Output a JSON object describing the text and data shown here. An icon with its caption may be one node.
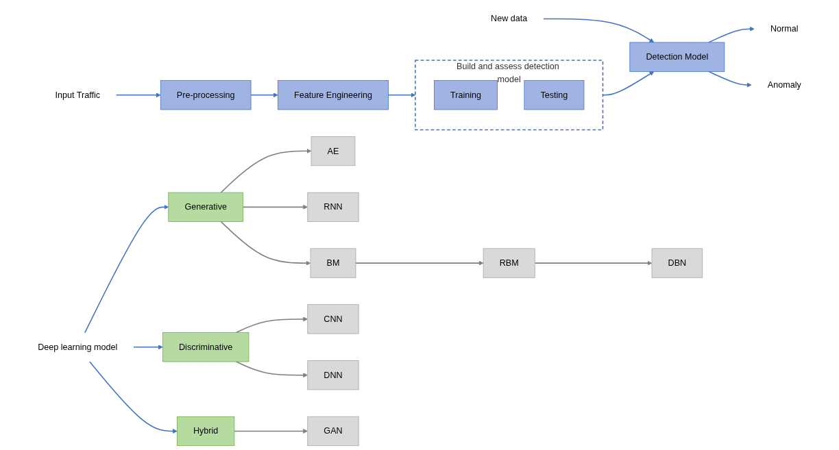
{
  "diagram": {
    "nodes": [
      {
        "text": [
          "Input Traffic"
        ]
      },
      {
        "text": [
          "Pre-processing"
        ]
      },
      {
        "text": [
          "Feature Engineering"
        ]
      },
      {
        "text": [
          "Build and assess detection model"
        ]
      },
      {
        "text": [
          "Training"
        ],
        "in": 3
      },
      {
        "text": [
          "Testing"
        ],
        "in": 3
      },
      {
        "text": [
          "Detection Model"
        ]
      },
      {
        "text": [
          "Normal"
        ]
      },
      {
        "text": [
          "Anomaly"
        ]
      },
      {
        "text": [
          "New data"
        ]
      },
      {
        "text": [
          "Deep learning model"
        ]
      },
      {
        "text": [
          "Generative"
        ]
      },
      {
        "text": [
          "Discriminative"
        ]
      },
      {
        "text": [
          "Hybrid"
        ]
      },
      {
        "text": [
          "AE"
        ]
      },
      {
        "text": [
          "RNN"
        ]
      },
      {
        "text": [
          "BM"
        ]
      },
      {
        "text": [
          "RBM"
        ]
      },
      {
        "text": [
          "DBN"
        ]
      },
      {
        "text": [
          "CNN"
        ]
      },
      {
        "text": [
          "DNN"
        ]
      },
      {
        "text": [
          "GAN"
        ]
      }
    ],
    "edges": [
      {
        "from": 0,
        "to": 1,
        "arrow": "to"
      },
      {
        "from": 1,
        "to": 2,
        "arrow": "to"
      },
      {
        "from": 2,
        "to": 3,
        "arrow": "to"
      },
      {
        "from": 3,
        "to": 6,
        "arrow": "to"
      },
      {
        "from": 6,
        "to": 7,
        "arrow": "to"
      },
      {
        "from": 6,
        "to": 8,
        "arrow": "to"
      },
      {
        "from": 9,
        "to": 6,
        "arrow": "to"
      },
      {
        "from": 10,
        "to": 11,
        "arrow": "to"
      },
      {
        "from": 10,
        "to": 12,
        "arrow": "to"
      },
      {
        "from": 10,
        "to": 13,
        "arrow": "to"
      },
      {
        "from": 11,
        "to": 14,
        "arrow": "to",
        "color": "#7f7f7f"
      },
      {
        "from": 11,
        "to": 15,
        "arrow": "to",
        "color": "#7f7f7f"
      },
      {
        "from": 11,
        "to": 16,
        "arrow": "to",
        "color": "#7f7f7f"
      },
      {
        "from": 16,
        "to": 17,
        "arrow": "to",
        "color": "#7f7f7f"
      },
      {
        "from": 17,
        "to": 18,
        "arrow": "to",
        "color": "#7f7f7f"
      },
      {
        "from": 12,
        "to": 19,
        "arrow": "to",
        "color": "#7f7f7f"
      },
      {
        "from": 12,
        "to": 20,
        "arrow": "to",
        "color": "#7f7f7f"
      },
      {
        "from": 13,
        "to": 21,
        "arrow": "to",
        "color": "#7f7f7f"
      }
    ]
  }
}
